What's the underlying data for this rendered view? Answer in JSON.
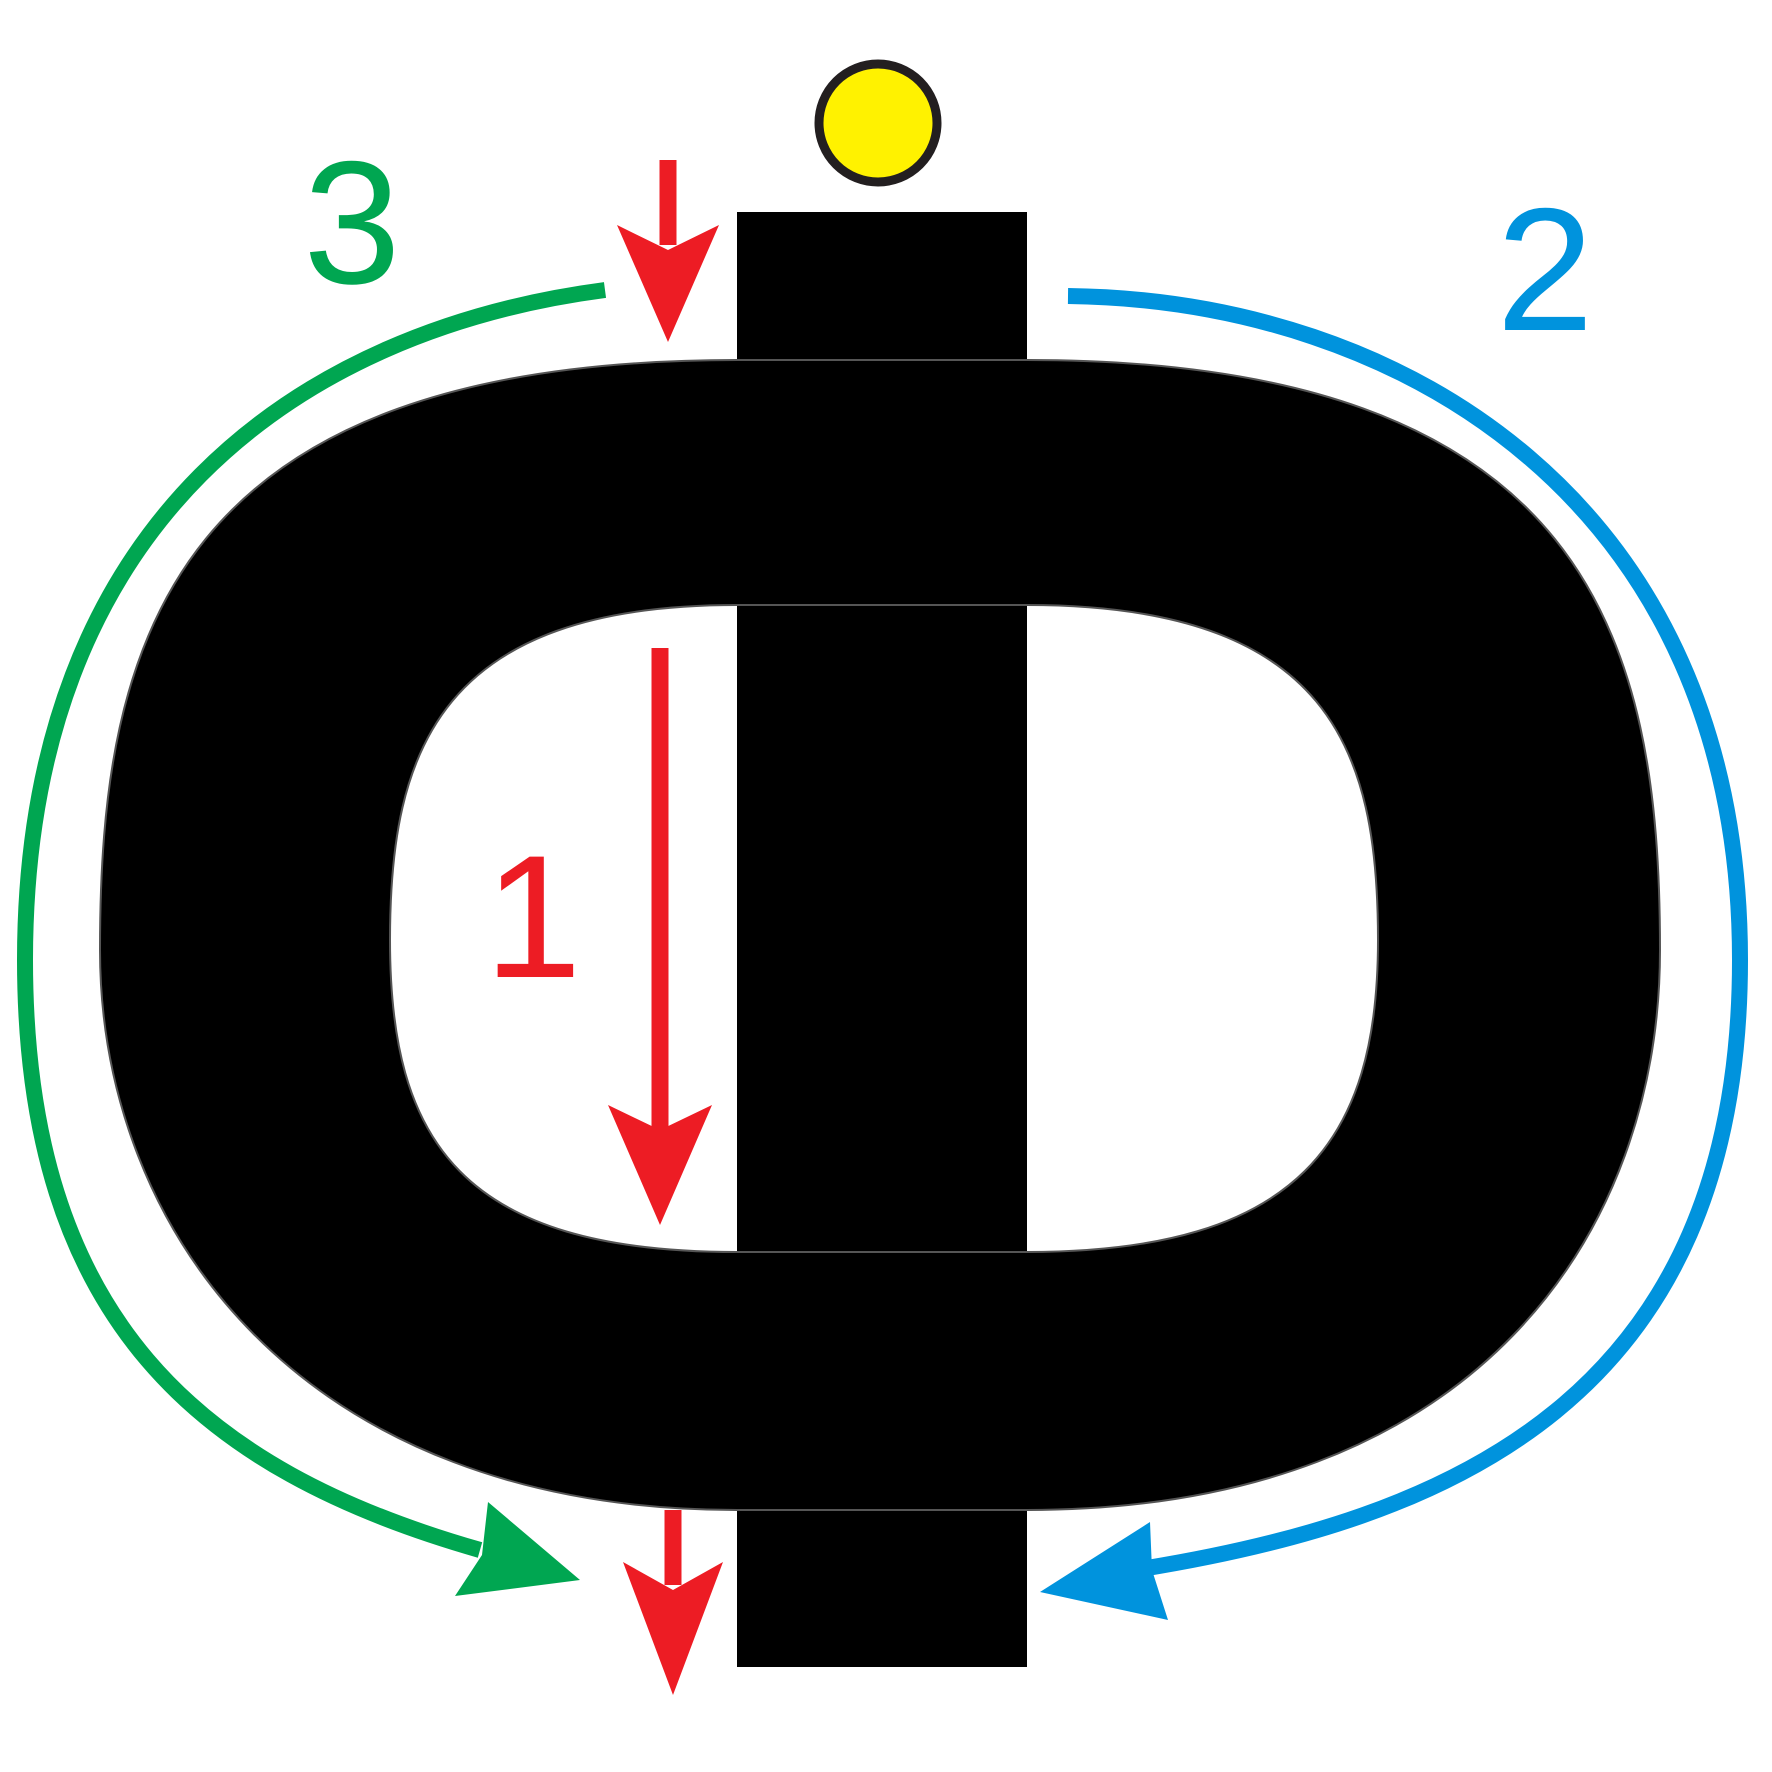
{
  "letter": {
    "glyph": "Ф",
    "fill_color": "#000000"
  },
  "start_marker": {
    "fill_color": "#FFF200",
    "outline_color": "#231F20"
  },
  "strokes": [
    {
      "number": "1",
      "direction": "down",
      "color": "#ED1C24"
    },
    {
      "number": "2",
      "direction": "clockwise",
      "color": "#0093DD"
    },
    {
      "number": "3",
      "direction": "counter-clockwise",
      "color": "#00A651"
    }
  ]
}
